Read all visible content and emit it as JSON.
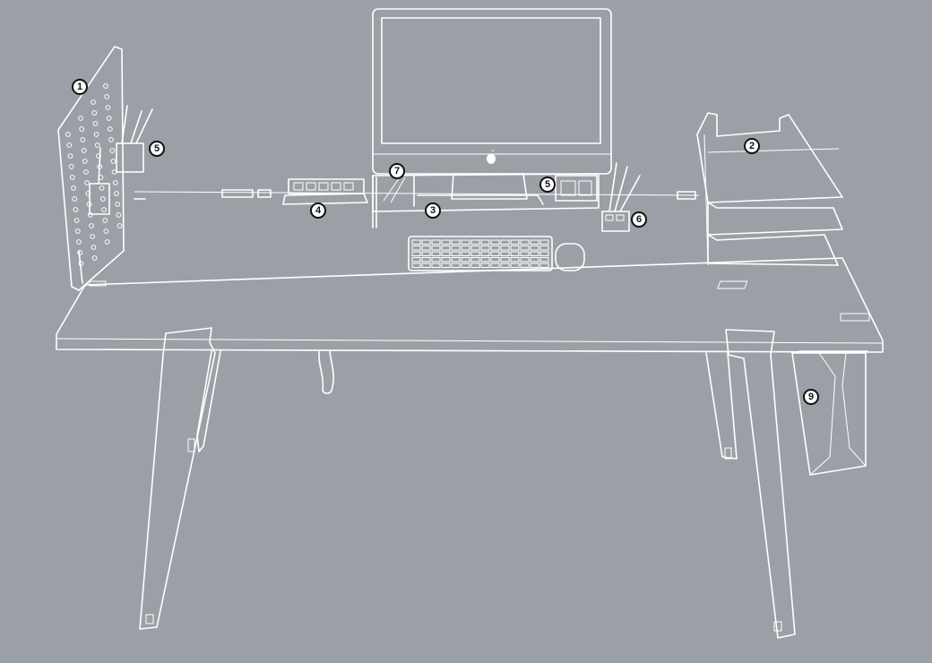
{
  "colors": {
    "background": "#9ba0a6",
    "line": "#ffffff",
    "marker_fill": "#ffffff",
    "marker_stroke": "#111111"
  },
  "markers": [
    {
      "id": "pegboard",
      "label": "1"
    },
    {
      "id": "letter-trays",
      "label": "2"
    },
    {
      "id": "monitor-stand",
      "label": "3"
    },
    {
      "id": "cable-organizer",
      "label": "4"
    },
    {
      "id": "pen-holder-left",
      "label": "5"
    },
    {
      "id": "pen-holder-right",
      "label": "5"
    },
    {
      "id": "desk-tidy",
      "label": "6"
    },
    {
      "id": "stand-divider",
      "label": "7"
    },
    {
      "id": "hanging-bag",
      "label": "9"
    }
  ],
  "icons": [
    "apple-logo-icon"
  ]
}
